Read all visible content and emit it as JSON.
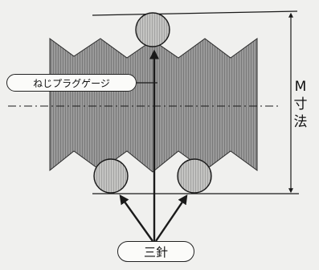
{
  "labels": {
    "gauge": "ねじプラグゲージ",
    "three_wire": "三針",
    "dimension_char_1": "M",
    "dimension_char_2": "寸",
    "dimension_char_3": "法"
  },
  "colors": {
    "thread_fill": "#8a8a8a",
    "wire_fill": "#a8a8a8",
    "line": "#1a1a1a",
    "background": "#f0f0ee"
  },
  "icons": {
    "wire": "circle-hatched",
    "arrow": "solid-arrowhead"
  }
}
